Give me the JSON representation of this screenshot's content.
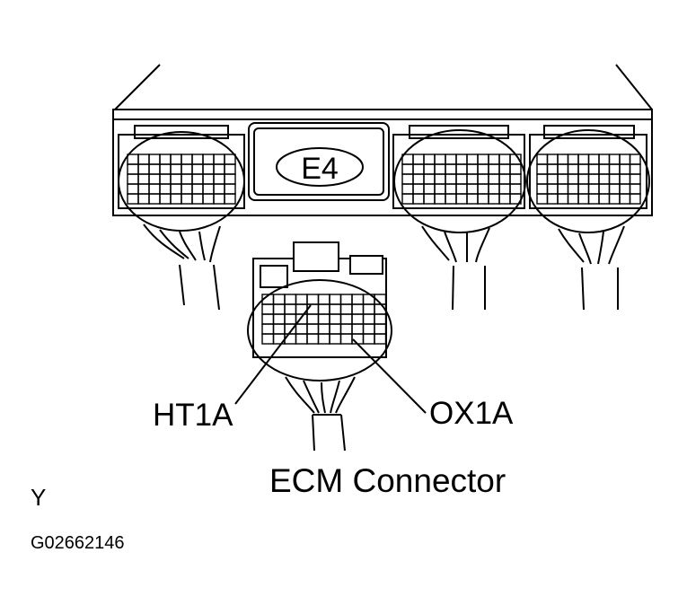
{
  "labels": {
    "connector_code": "E4",
    "terminal_left": "HT1A",
    "terminal_right": "OX1A",
    "caption": "ECM Connector",
    "view_mark": "Y",
    "figure_id": "G02662146"
  }
}
